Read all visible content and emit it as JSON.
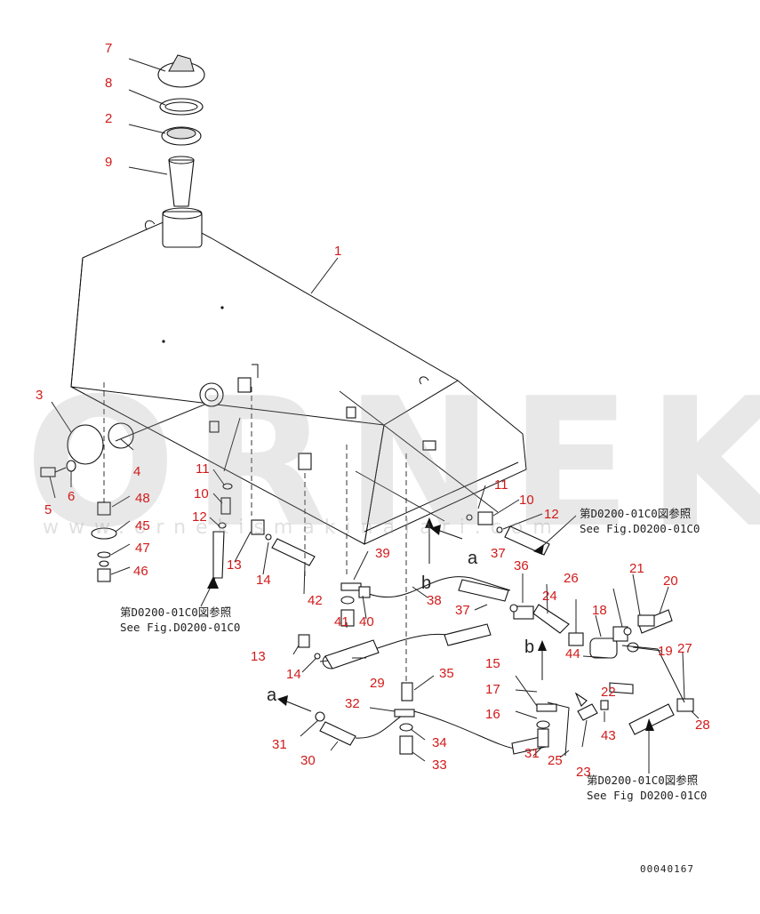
{
  "callouts": [
    "1",
    "2",
    "3",
    "4",
    "5",
    "6",
    "7",
    "8",
    "9",
    "10",
    "10",
    "11",
    "11",
    "12",
    "12",
    "13",
    "13",
    "14",
    "14",
    "15",
    "16",
    "17",
    "18",
    "19",
    "20",
    "21",
    "22",
    "23",
    "24",
    "25",
    "26",
    "27",
    "28",
    "29",
    "30",
    "31",
    "31",
    "32",
    "33",
    "34",
    "35",
    "36",
    "37",
    "37",
    "38",
    "39",
    "40",
    "41",
    "42",
    "43",
    "44",
    "45",
    "46",
    "47",
    "48"
  ],
  "flow_markers": [
    "a",
    "a",
    "b",
    "b"
  ],
  "references": [
    {
      "jp": "第D0200-01C0図参照",
      "en": "See Fig.D0200-01C0"
    },
    {
      "jp": "第D0200-01C0図参照",
      "en": "See Fig.D0200-01C0"
    },
    {
      "jp": "第D0200-01C0図参照",
      "en": "See Fig D0200-01C0"
    }
  ],
  "drawing_code": "00040167",
  "watermark": {
    "brand": "ORNEK",
    "site": "www.ornekismakinalari.com"
  },
  "colors": {
    "callout": "#d11a1a",
    "linework": "#111111",
    "watermark": "#9a9a9a"
  }
}
